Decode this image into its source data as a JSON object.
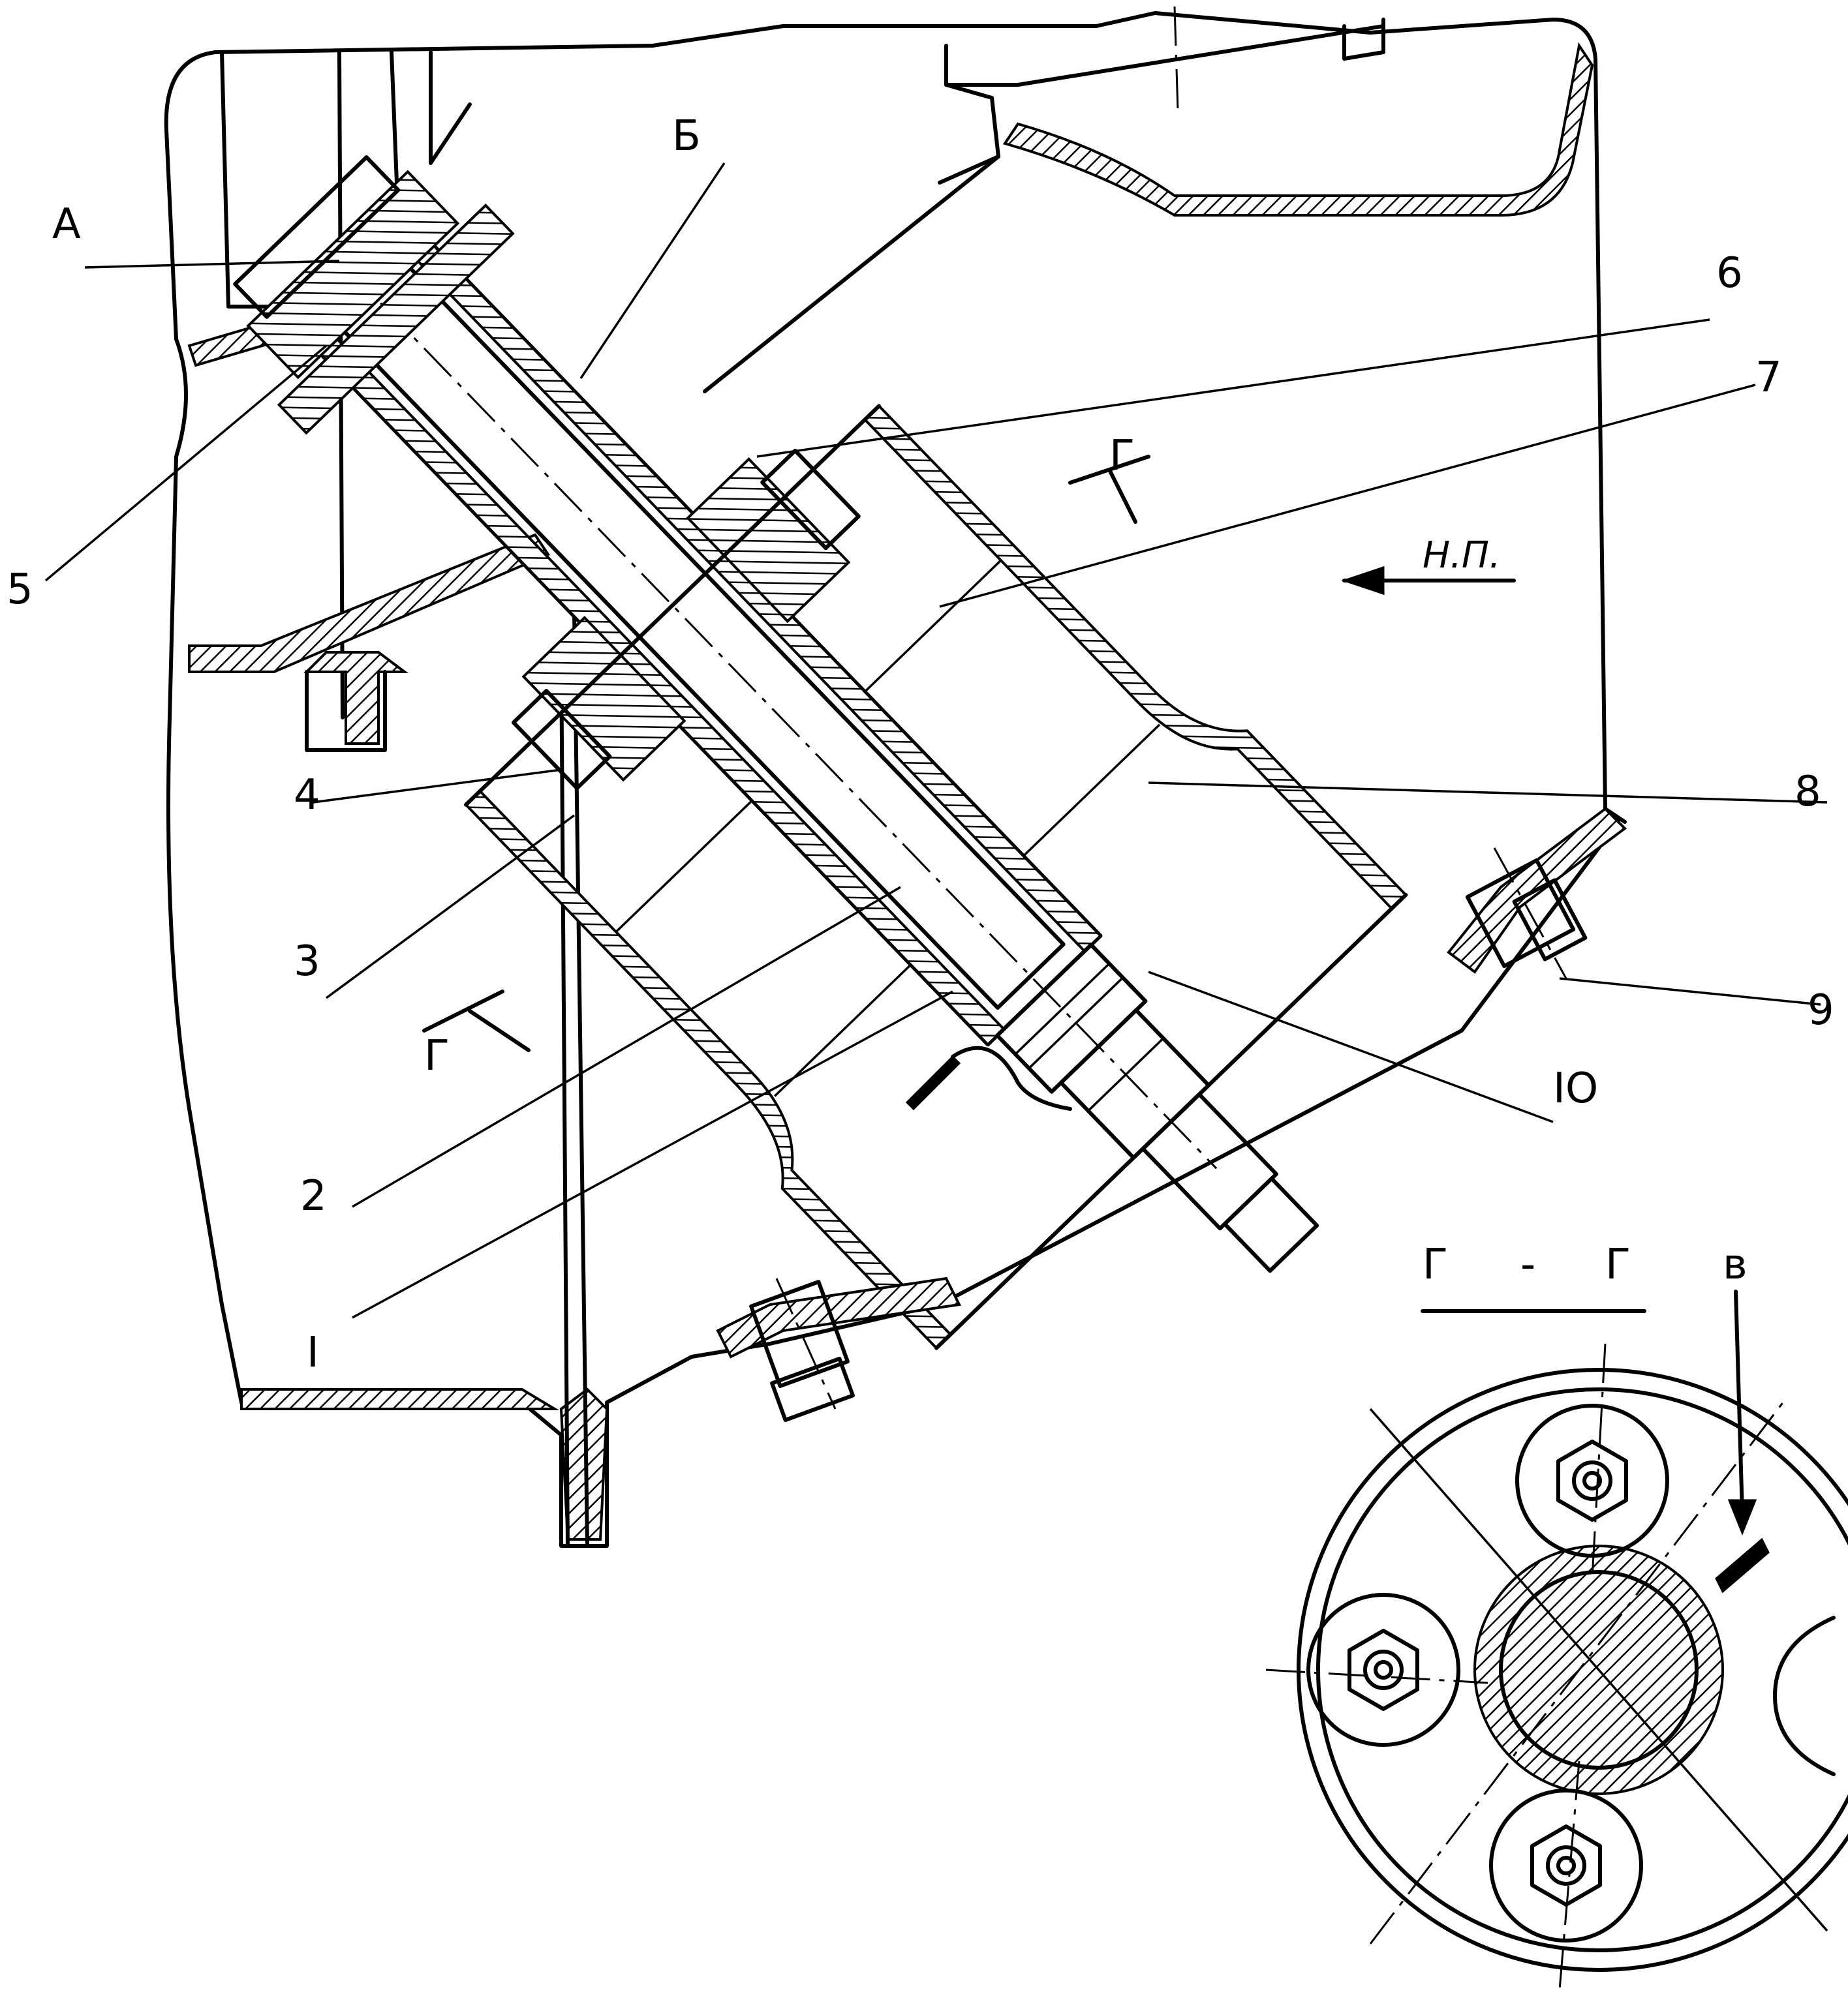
{
  "labels": {
    "A": "А",
    "B": "Б",
    "V": "в",
    "n1": "I",
    "n2": "2",
    "n3": "3",
    "n4": "4",
    "n5": "5",
    "n6": "6",
    "n7": "7",
    "n8": "8",
    "n9": "9",
    "n10": "IO",
    "flow": "Н.П.",
    "section_mark_left": "Г",
    "section_mark_right": "Г",
    "section_title_left": "Г",
    "section_title_dash": "-",
    "section_title_right": "Г"
  }
}
